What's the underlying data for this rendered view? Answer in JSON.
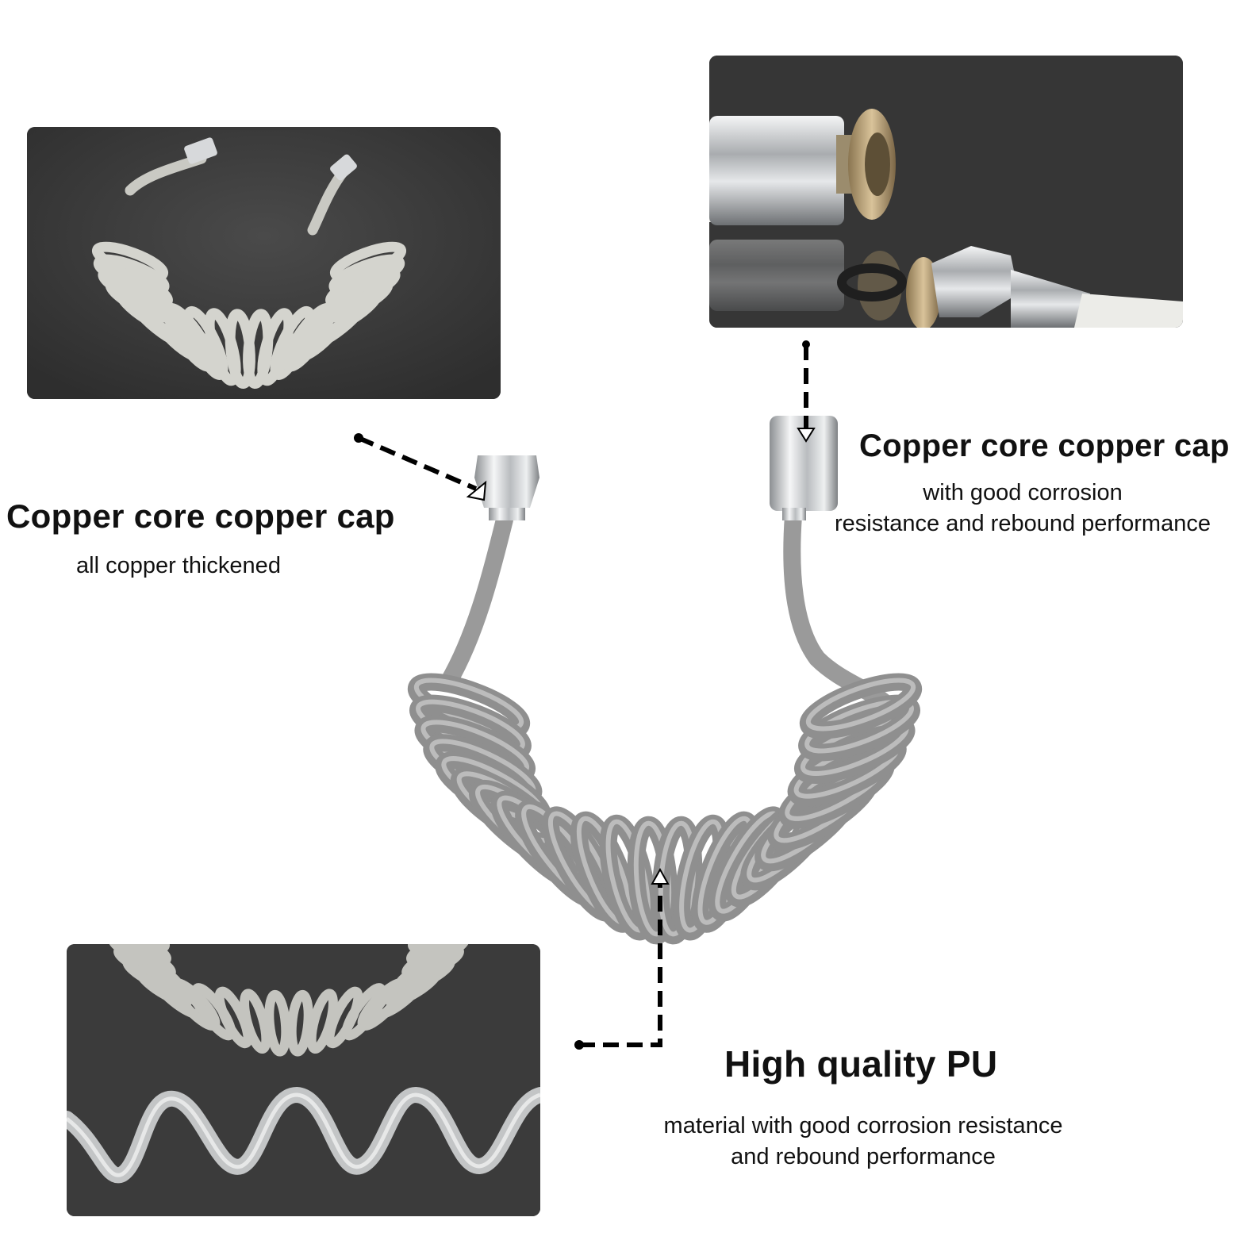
{
  "callouts": {
    "left": {
      "title": "Copper core copper cap",
      "subtitle": "all copper thickened"
    },
    "right": {
      "title": "Copper core copper cap",
      "subtitle_line1": "with good corrosion",
      "subtitle_line2": "resistance and rebound performance"
    },
    "bottom": {
      "title": "High quality PU",
      "subtitle_line1": "material with good corrosion resistance",
      "subtitle_line2": "and rebound performance"
    }
  },
  "colors": {
    "panel_background": "#3a3a3a",
    "hose_gray": "#9a9a9a",
    "hose_highlight": "#c6c6c6",
    "chrome": "#d8dadc",
    "brass": "#b59a6a",
    "text": "#111111"
  }
}
